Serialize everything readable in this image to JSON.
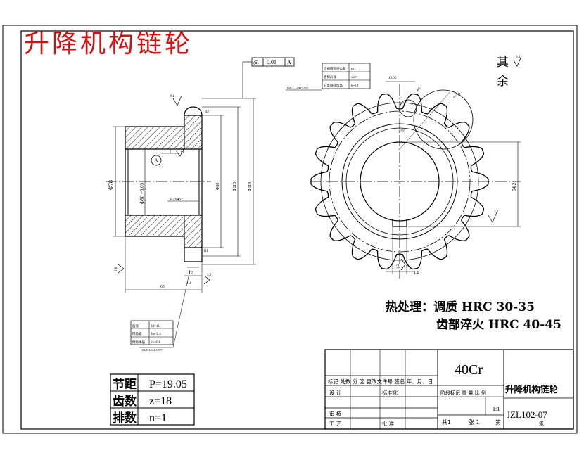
{
  "title": "升降机构链轮",
  "roughness": {
    "other_label_line1": "其",
    "other_label_line2": "余",
    "other_value": "6.3",
    "bore": "1.6",
    "face": "3.2",
    "left_top": "0.8",
    "left_bottom": "1.6",
    "keyway": "3.2",
    "hub": "3.2"
  },
  "datum": {
    "label": "A",
    "fcf_symbol": "◎",
    "fcf_tolerance": "0.01",
    "fcf_datum": "A"
  },
  "left_view_dims": {
    "d_outer": "Φ78",
    "d_bore": "Φ50 +0.03",
    "d_hub": "Φ80",
    "d_pitch": "Φ110",
    "d_tip": "Φ118",
    "chamfer": "3-2×45°",
    "width_total": "65",
    "width_tooth": "12",
    "tooth_thk": "11.4",
    "small_r": "R2",
    "small_r2": "R1"
  },
  "right_view_dims": {
    "keyway_width": "14",
    "keyway_depth": "54.2",
    "pitch": "19.05",
    "radius_ri": "R6",
    "radius_re": "re=16",
    "angle": "120°"
  },
  "tooth_table_top": {
    "std": "GB/T 1243-1997",
    "rows": [
      [
        "齿根圆直径公差",
        "h11"
      ],
      [
        "齿侧凸缘",
        "≤20°"
      ],
      [
        "分度圆弦齿高",
        "h=0.8"
      ]
    ]
  },
  "tooth_table_left": {
    "std": "GB/T 1243-1997",
    "rows": [
      [
        "齿宽",
        "bf=11"
      ],
      [
        "倒角宽",
        "ba=2.4"
      ],
      [
        "倒角半径",
        "rx=0.8"
      ]
    ]
  },
  "heat_treatment": {
    "line1": "热处理：调质 HRC 30-35",
    "line2": "齿部淬火 HRC 40-45"
  },
  "spec_table": [
    [
      "节距",
      "P=19.05"
    ],
    [
      "齿数",
      "z=18"
    ],
    [
      "排数",
      "n=1"
    ]
  ],
  "title_block": {
    "material": "40Cr",
    "part_name": "升降机构链轮",
    "drawing_no": "JZL102-07",
    "scale": "1:1",
    "row_rev": "标记 处数 分 区 更改文件号 签名 年、月、日",
    "designer": "设 计",
    "standardization": "标准化",
    "stage_header": "阶段标记 重 量 比 例",
    "reviewer": "审 核",
    "process": "工 艺",
    "approve": "批 准",
    "sheet_total": "共1",
    "sheet_num": "张 1",
    "sheet_label": "第",
    "sheet_label2": "张"
  }
}
